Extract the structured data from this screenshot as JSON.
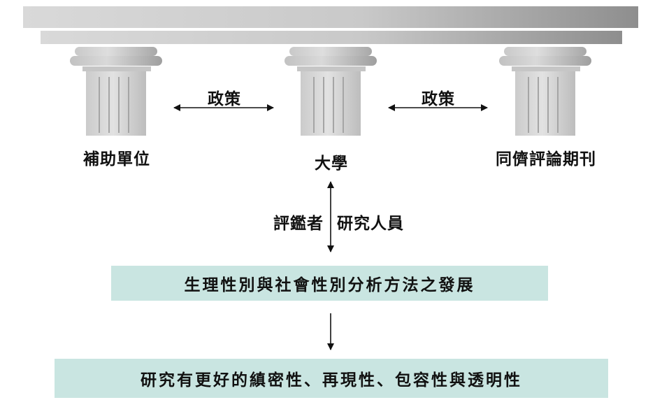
{
  "pillars": [
    {
      "name": "補助單位"
    },
    {
      "name": "大學"
    },
    {
      "name": "同儕評論期刊"
    }
  ],
  "links": {
    "left_policy": "政策",
    "right_policy": "政策"
  },
  "vertical_link": {
    "left_label": "評鑑者",
    "right_label": "研究人員"
  },
  "bands": {
    "method": "生理性別與社會性別分析方法之發展",
    "outcome": "研究有更好的縝密性、再現性、包容性與透明性"
  },
  "colors": {
    "band_fill": "#c9e5e1",
    "pillar_gray": "#cfcfcf"
  }
}
